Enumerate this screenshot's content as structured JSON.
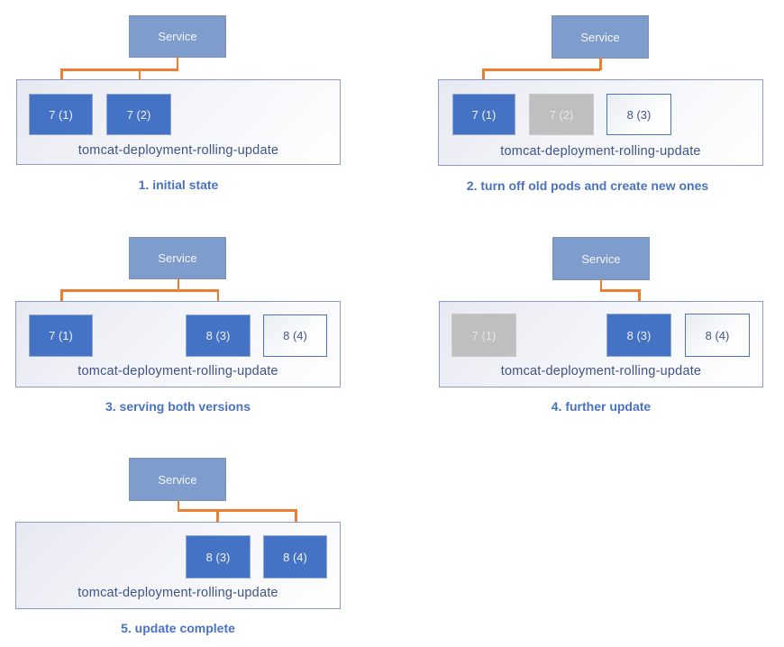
{
  "colors": {
    "service_fill": "#7e9dcd",
    "pod_active_fill": "#4472c4",
    "pod_terminated_fill": "#bfbfbf",
    "pod_creating_border": "#4d74c0",
    "arrow": "#ed7d31",
    "caption_text": "#4a72c4",
    "deployment_label_text": "#3f5486",
    "container_border": "#8b9bc9"
  },
  "panels": [
    {
      "step": "1",
      "caption": "1. initial state",
      "service_label": "Service",
      "deployment_label": "tomcat-deployment-rolling-update",
      "pods": [
        {
          "label": "7 (1)",
          "state": "active",
          "receives_traffic": true
        },
        {
          "label": "7 (2)",
          "state": "active",
          "receives_traffic": true
        }
      ]
    },
    {
      "step": "2",
      "caption": "2. turn off old pods and create new ones",
      "service_label": "Service",
      "deployment_label": "tomcat-deployment-rolling-update",
      "pods": [
        {
          "label": "7 (1)",
          "state": "active",
          "receives_traffic": true
        },
        {
          "label": "7 (2)",
          "state": "terminated",
          "receives_traffic": false
        },
        {
          "label": "8 (3)",
          "state": "creating",
          "receives_traffic": false
        }
      ]
    },
    {
      "step": "3",
      "caption": "3. serving both versions",
      "service_label": "Service",
      "deployment_label": "tomcat-deployment-rolling-update",
      "pods": [
        {
          "label": "7 (1)",
          "state": "active",
          "receives_traffic": true
        },
        {
          "label": "8 (3)",
          "state": "active",
          "receives_traffic": true
        },
        {
          "label": "8 (4)",
          "state": "creating",
          "receives_traffic": false
        }
      ]
    },
    {
      "step": "4",
      "caption": "4. further update",
      "service_label": "Service",
      "deployment_label": "tomcat-deployment-rolling-update",
      "pods": [
        {
          "label": "7 (1)",
          "state": "terminated",
          "receives_traffic": false
        },
        {
          "label": "8 (3)",
          "state": "active",
          "receives_traffic": true
        },
        {
          "label": "8 (4)",
          "state": "creating",
          "receives_traffic": false
        }
      ]
    },
    {
      "step": "5",
      "caption": "5. update complete",
      "service_label": "Service",
      "deployment_label": "tomcat-deployment-rolling-update",
      "pods": [
        {
          "label": "8 (3)",
          "state": "active",
          "receives_traffic": true
        },
        {
          "label": "8 (4)",
          "state": "active",
          "receives_traffic": true
        }
      ]
    }
  ]
}
